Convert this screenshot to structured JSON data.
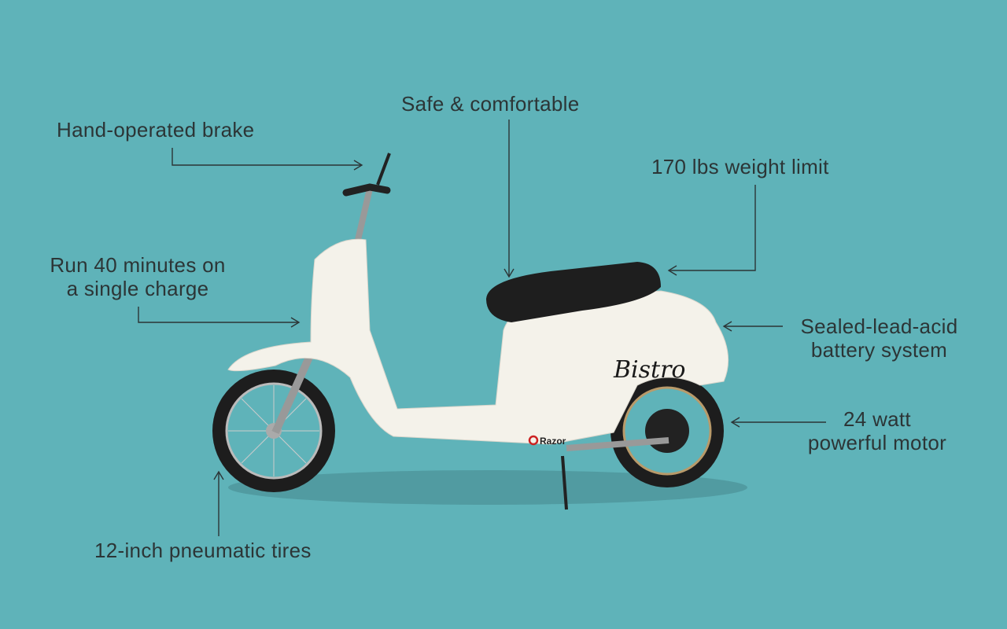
{
  "labels": {
    "brake": "Hand-operated brake",
    "comfort": "Safe & comfortable",
    "weight": "170 lbs weight limit",
    "run_line1": "Run 40 minutes on",
    "run_line2": "a single charge",
    "battery_line1": "Sealed-lead-acid",
    "battery_line2": "battery system",
    "motor_line1": "24 watt",
    "motor_line2": "powerful motor",
    "tires": "12-inch pneumatic tires"
  },
  "scooter": {
    "model_script": "Bistro",
    "brand": "Razor"
  },
  "colors": {
    "background": "#5fb3b9",
    "text": "#2c3536",
    "body": "#f4f2ea",
    "seat": "#1e1e1e"
  }
}
